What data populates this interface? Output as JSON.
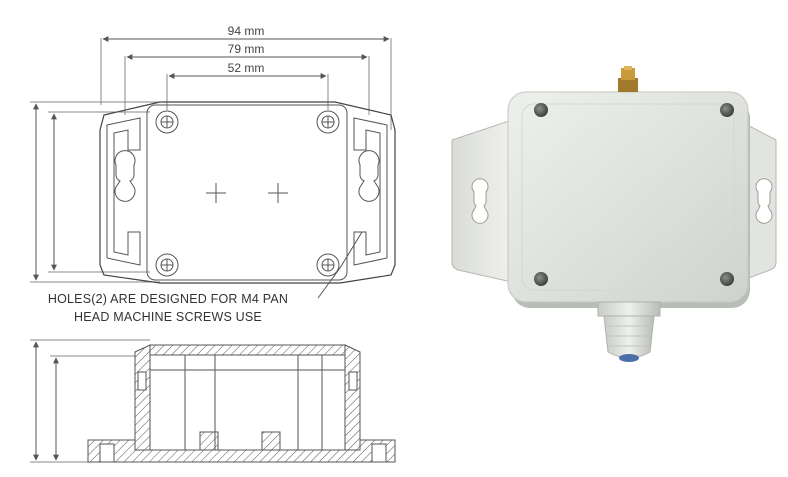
{
  "drawing": {
    "dimensions": {
      "overall_width": "94 mm",
      "hole_spacing": "79 mm",
      "inner_spacing": "52 mm"
    },
    "note": {
      "line1": "HOLES(2) ARE DESIGNED FOR M4 PAN",
      "line2": "HEAD MACHINE SCREWS USE"
    }
  },
  "colors": {
    "line": "#555555",
    "light_line": "#8a8a8a",
    "box_body": "#dfe3de",
    "box_shadow": "#b9bdb8",
    "bracket": "#e6e8e3",
    "brass": "#b98a2f"
  }
}
